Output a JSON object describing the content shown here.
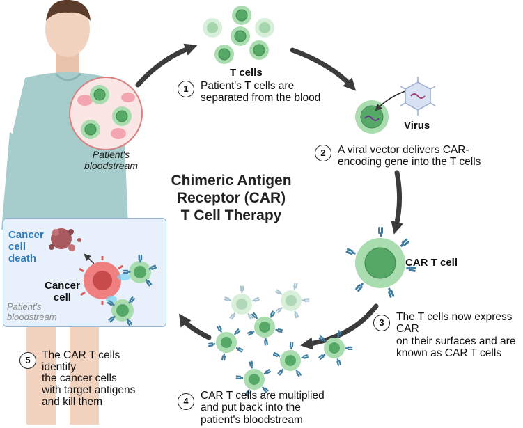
{
  "title": {
    "line1": "Chimeric Antigen",
    "line2": "Receptor (CAR)",
    "line3": "T Cell Therapy"
  },
  "labels": {
    "t_cells": "T cells",
    "virus": "Virus",
    "car_t_cell": "CAR T cell",
    "cancer_cell_death_1": "Cancer",
    "cancer_cell_death_2": "cell",
    "cancer_cell_death_3": "death",
    "cancer_cell_1": "Cancer",
    "cancer_cell_2": "cell",
    "bloodstream_1": "Patient's",
    "bloodstream_2": "bloodstream",
    "box_bloodstream_1": "Patient's",
    "box_bloodstream_2": "bloodstream"
  },
  "steps": [
    {
      "number": "1",
      "lines": [
        "Patient's T cells are",
        "separated from the blood"
      ]
    },
    {
      "number": "2",
      "lines": [
        "A viral vector delivers CAR-",
        "encoding gene into the T cells"
      ]
    },
    {
      "number": "3",
      "lines": [
        "The T cells now express CAR",
        "on their surfaces and are",
        "known as CAR T cells"
      ]
    },
    {
      "number": "4",
      "lines": [
        "CAR T cells are multiplied",
        "and put back into the",
        "patient's bloodstream"
      ]
    },
    {
      "number": "5",
      "lines": [
        "The CAR T cells",
        "identify",
        "the cancer cells",
        "with target antigens",
        "and kill them"
      ]
    }
  ],
  "colors": {
    "tcell_outer": "#a9dcae",
    "tcell_inner": "#55a866",
    "receptor": "#3f7ea0",
    "cancer": "#f07f7f",
    "blood_cell": "#f3a5b0",
    "gown": "#a6cccb",
    "skin": "#f2d3bf",
    "arrow": "#3b3b3b",
    "box_bg": "#e8f1fb"
  }
}
